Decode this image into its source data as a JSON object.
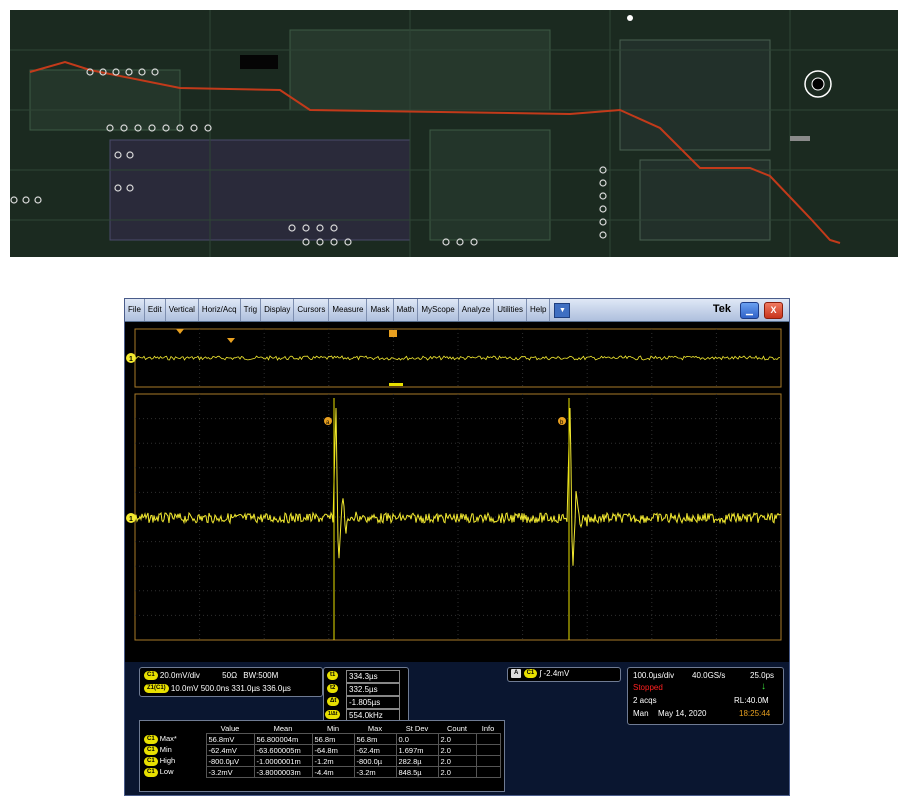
{
  "menu": [
    "File",
    "Edit",
    "Vertical",
    "Horiz/Acq",
    "Trig",
    "Display",
    "Cursors",
    "Measure",
    "Mask",
    "Math",
    "MyScope",
    "Analyze",
    "Utilities",
    "Help"
  ],
  "brand": "Tek",
  "markers": {
    "ch1": "1",
    "cursor_a": "a",
    "cursor_b": "b"
  },
  "channel": {
    "badge": "C1",
    "scale": "20.0mV/div",
    "impedance": "50Ω",
    "bw_label": "BW:500M"
  },
  "zoom": {
    "badge": "Z1(C1)",
    "scale": "10.0mV",
    "time": "500.0ns",
    "pos1": "331.0µs",
    "pos2": "336.0µs"
  },
  "cursors": [
    {
      "badge": "t1",
      "value": "334.3µs"
    },
    {
      "badge": "t2",
      "value": "332.5µs"
    },
    {
      "badge": "Δt",
      "value": "-1.805µs"
    },
    {
      "badge": "1/Δt",
      "value": "554.0kHz"
    }
  ],
  "trigger": {
    "badge_a": "A",
    "badge_c": "C1",
    "level": "-2.4mV"
  },
  "acquisition": {
    "timebase": "100.0µs/div",
    "sample_rate": "40.0GS/s",
    "resolution": "25.0ps",
    "status": "Stopped",
    "acqs": "2 acqs",
    "record_length": "RL:40.0M",
    "mode": "Man",
    "date": "May 14, 2020",
    "time": "18:25:44"
  },
  "measurements": {
    "headers": [
      "",
      "Value",
      "Mean",
      "Min",
      "Max",
      "St Dev",
      "Count",
      "Info"
    ],
    "rows": [
      {
        "badge": "C1",
        "label": "Max*",
        "value": "56.8mV",
        "mean": "56.800004m",
        "min": "56.8m",
        "max": "56.8m",
        "stdev": "0.0",
        "count": "2.0",
        "info": ""
      },
      {
        "badge": "C1",
        "label": "Min",
        "value": "-62.4mV",
        "mean": "-63.600005m",
        "min": "-64.8m",
        "max": "-62.4m",
        "stdev": "1.697m",
        "count": "2.0",
        "info": ""
      },
      {
        "badge": "C1",
        "label": "High",
        "value": "-800.0µV",
        "mean": "-1.0000001m",
        "min": "-1.2m",
        "max": "-800.0µ",
        "stdev": "282.8µ",
        "count": "2.0",
        "info": ""
      },
      {
        "badge": "C1",
        "label": "Low",
        "value": "-3.2mV",
        "mean": "-3.8000003m",
        "min": "-4.4m",
        "max": "-3.2m",
        "stdev": "848.5µ",
        "count": "2.0",
        "info": ""
      }
    ]
  },
  "colors": {
    "trace": "#f2e930",
    "pcb_bg": "#1b2a20",
    "red_trace": "#c23a1a",
    "status": "#ff2020",
    "time": "#e8a020"
  }
}
